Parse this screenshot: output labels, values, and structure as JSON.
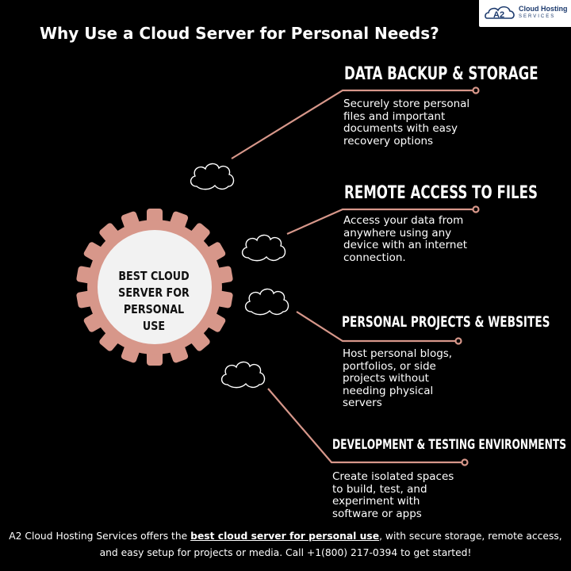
{
  "logo": {
    "mark": "A2",
    "line1": "Cloud Hosting",
    "line2": "SERVICES"
  },
  "title": "Why Use a Cloud Server for Personal Needs?",
  "hub": {
    "label": "BEST CLOUD\nSERVER FOR\nPERSONAL USE"
  },
  "benefits": [
    {
      "title": "DATA BACKUP & STORAGE",
      "desc": "Securely store personal\nfiles and important\ndocuments with easy\nrecovery options"
    },
    {
      "title": "REMOTE ACCESS TO FILES",
      "desc": "Access your data from\nanywhere using any\ndevice with an internet\nconnection."
    },
    {
      "title": "PERSONAL PROJECTS & WEBSITES",
      "desc": "Host personal blogs,\nportfolios, or side\nprojects without\nneeding physical\nservers"
    },
    {
      "title": "DEVELOPMENT & TESTING ENVIRONMENTS",
      "desc": "Create isolated spaces\nto build, test, and\nexperiment with\nsoftware or apps"
    }
  ],
  "footer": {
    "pre": "A2 Cloud Hosting Services offers the ",
    "link": "best cloud server for personal use",
    "post": ", with secure storage, remote access,",
    "line2": "and easy setup for projects or media. Call +1(800) 217-0394 to get started!"
  },
  "colors": {
    "accent": "#d7978a",
    "background": "#000000",
    "hub": "#f2f2f2"
  },
  "icons": [
    "a2-logo-icon",
    "cloud-outline-icon",
    "gear-icon"
  ]
}
